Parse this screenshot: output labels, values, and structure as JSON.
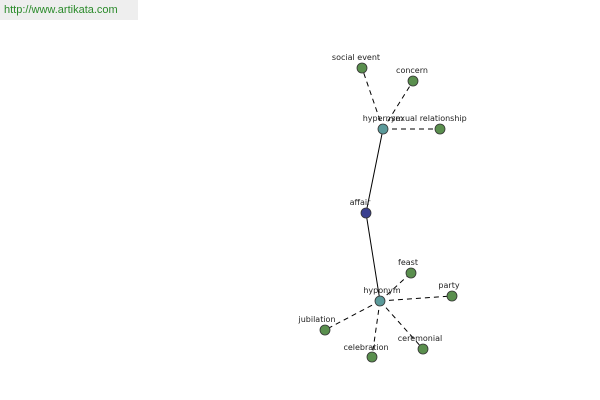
{
  "header": {
    "url": "http://www.artikata.com"
  },
  "colors": {
    "center": "#3a3f8f",
    "relation": "#5b9a9a",
    "leaf": "#5a8f4e",
    "url_text": "#2a8a2a",
    "url_bg": "#eeeeee"
  },
  "graph": {
    "nodes": [
      {
        "id": "affair",
        "label": "affair",
        "kind": "center"
      },
      {
        "id": "hypernym",
        "label": "hypernym",
        "kind": "relation"
      },
      {
        "id": "hyponym",
        "label": "hyponym",
        "kind": "relation"
      },
      {
        "id": "social-event",
        "label": "social event",
        "kind": "leaf"
      },
      {
        "id": "concern",
        "label": "concern",
        "kind": "leaf"
      },
      {
        "id": "sexual-relationship",
        "label": "sexual relationship",
        "kind": "leaf"
      },
      {
        "id": "feast",
        "label": "feast",
        "kind": "leaf"
      },
      {
        "id": "party",
        "label": "party",
        "kind": "leaf"
      },
      {
        "id": "jubilation",
        "label": "jubilation",
        "kind": "leaf"
      },
      {
        "id": "celebration",
        "label": "celebration",
        "kind": "leaf"
      },
      {
        "id": "ceremonial",
        "label": "ceremonial",
        "kind": "leaf"
      }
    ],
    "edges": [
      {
        "from": "affair",
        "to": "hypernym",
        "style": "solid"
      },
      {
        "from": "affair",
        "to": "hyponym",
        "style": "solid"
      },
      {
        "from": "hypernym",
        "to": "social-event",
        "style": "dashed"
      },
      {
        "from": "hypernym",
        "to": "concern",
        "style": "dashed"
      },
      {
        "from": "hypernym",
        "to": "sexual-relationship",
        "style": "dashed"
      },
      {
        "from": "hyponym",
        "to": "feast",
        "style": "dashed"
      },
      {
        "from": "hyponym",
        "to": "party",
        "style": "dashed"
      },
      {
        "from": "hyponym",
        "to": "jubilation",
        "style": "dashed"
      },
      {
        "from": "hyponym",
        "to": "celebration",
        "style": "dashed"
      },
      {
        "from": "hyponym",
        "to": "ceremonial",
        "style": "dashed"
      }
    ]
  }
}
